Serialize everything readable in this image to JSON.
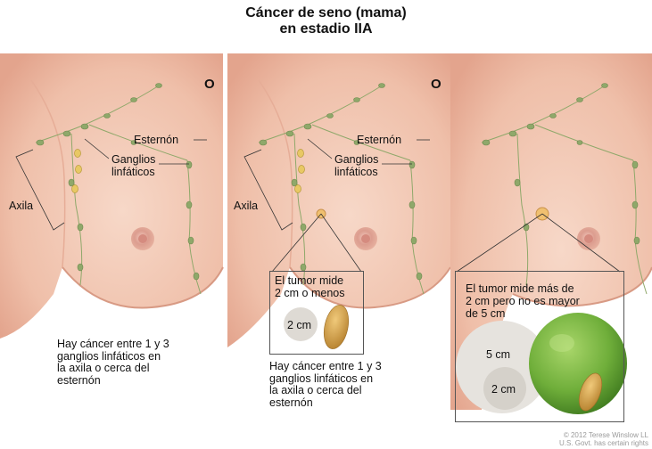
{
  "title": {
    "line1": "Cáncer de seno (mama)",
    "line2": "en estadio IIA"
  },
  "separator": "O",
  "labels": {
    "sternum": "Esternón",
    "lymph_nodes_line1": "Ganglios",
    "lymph_nodes_line2": "linfáticos",
    "axilla": "Axila"
  },
  "panel2_box": {
    "line1": "El tumor mide",
    "line2": "2 cm o menos",
    "circle": "2 cm"
  },
  "panel3_box": {
    "line1": "El tumor mide más de",
    "line2": "2 cm pero no es mayor",
    "line3": "de 5 cm",
    "circle_large": "5 cm",
    "circle_small": "2 cm"
  },
  "captions": {
    "panel1": "Hay cáncer entre 1 y 3\nganglios linfáticos en\nla axila o cerca del\nesternón",
    "panel2": "Hay cáncer entre 1 y 3\nganglios linfáticos en\nla axila o cerca del\nesternón"
  },
  "copyright": {
    "line1": "© 2012 Terese Winslow LL",
    "line2": "U.S. Govt. has certain rights"
  },
  "colors": {
    "skin": "#f3cbb9",
    "skin_shadow": "#dfa58f",
    "node": "#8fa86a",
    "cancer_node": "#e8c864",
    "nipple": "#d9958a",
    "lime": "#6fae3a",
    "peanut": "#c99a45",
    "box_bg": "#f6efe3"
  }
}
